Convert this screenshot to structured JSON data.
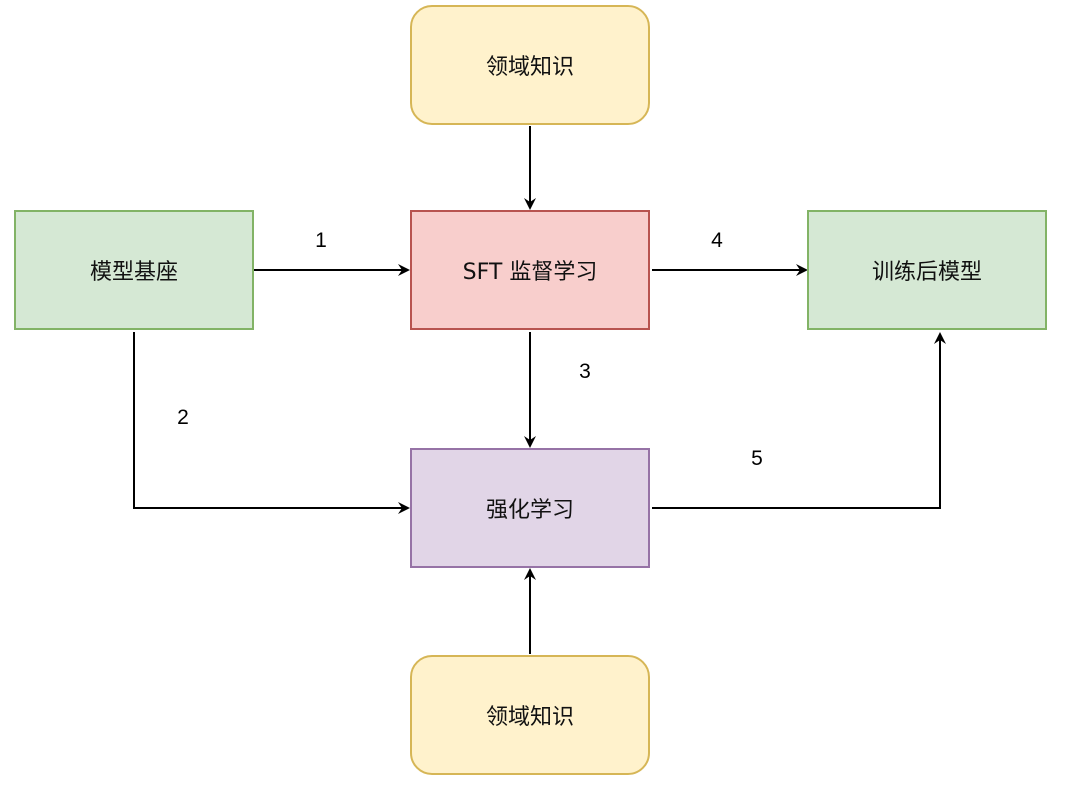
{
  "nodes": {
    "domain_knowledge_top": {
      "label": "领域知识",
      "fill": "#fff2cc",
      "stroke": "#d6b656"
    },
    "base_model": {
      "label": "模型基座",
      "fill": "#d5e8d4",
      "stroke": "#82b366"
    },
    "sft": {
      "label": "SFT 监督学习",
      "fill": "#f8cecc",
      "stroke": "#b85450"
    },
    "trained_model": {
      "label": "训练后模型",
      "fill": "#d5e8d4",
      "stroke": "#82b366"
    },
    "rl": {
      "label": "强化学习",
      "fill": "#e1d5e7",
      "stroke": "#9673a6"
    },
    "domain_knowledge_bottom": {
      "label": "领域知识",
      "fill": "#fff2cc",
      "stroke": "#d6b656"
    }
  },
  "edges": [
    {
      "from": "domain_knowledge_top",
      "to": "sft",
      "label": ""
    },
    {
      "from": "base_model",
      "to": "sft",
      "label": "1"
    },
    {
      "from": "base_model",
      "to": "rl",
      "label": "2"
    },
    {
      "from": "sft",
      "to": "rl",
      "label": "3"
    },
    {
      "from": "sft",
      "to": "trained_model",
      "label": "4"
    },
    {
      "from": "rl",
      "to": "trained_model",
      "label": "5"
    },
    {
      "from": "domain_knowledge_bottom",
      "to": "rl",
      "label": ""
    }
  ],
  "edge_color": "#000000"
}
